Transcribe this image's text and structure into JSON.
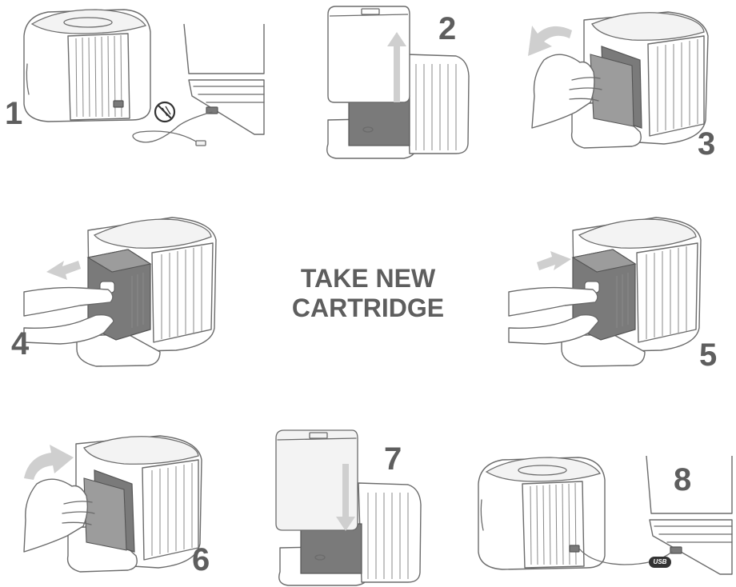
{
  "center": {
    "line1": "TAKE NEW",
    "line2": "CARTRIDGE"
  },
  "steps": [
    {
      "number": "1"
    },
    {
      "number": "2"
    },
    {
      "number": "3"
    },
    {
      "number": "4"
    },
    {
      "number": "5"
    },
    {
      "number": "6"
    },
    {
      "number": "7"
    },
    {
      "number": "8"
    }
  ],
  "usb_label": "USB",
  "icons": {
    "no_plug": "no-plug-icon",
    "arrow_up": "arrow-up-icon",
    "arrow_down": "arrow-down-icon",
    "arrow_curve_left": "curved-arrow-left-icon",
    "arrow_out": "arrow-left-icon",
    "arrow_in": "arrow-right-icon",
    "arrow_curve_right": "curved-arrow-right-icon"
  },
  "colors": {
    "text": "#5e5e5e",
    "line": "#6b6b6b",
    "cartridge": "#7a7a7a",
    "arrow": "#cfcfcf"
  }
}
